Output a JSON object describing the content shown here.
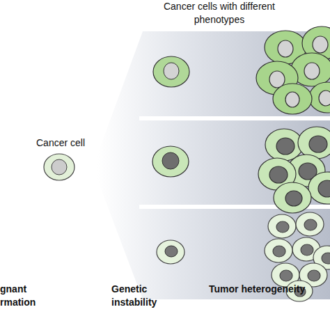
{
  "diagram": {
    "nodes": [
      {
        "text": [
          "Cancer cell"
        ]
      },
      {
        "text": [
          "Cancer cells with different phenotypes"
        ]
      }
    ],
    "labels": [
      "gnant rmation",
      "Genetic instability",
      "Tumor heterogeneity"
    ]
  }
}
